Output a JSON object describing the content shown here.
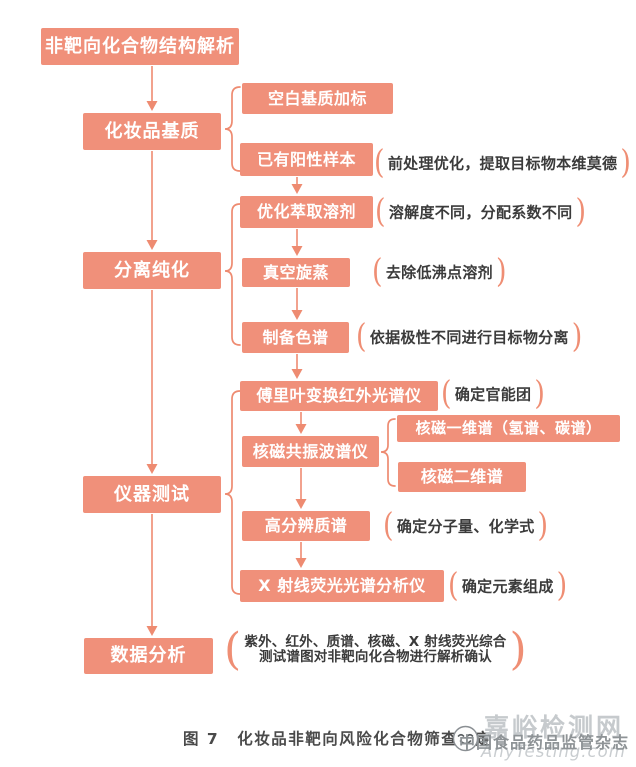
{
  "figure": {
    "caption_label": "图 7",
    "caption_title": "化妆品非靶向风险化合物筛查鉴定",
    "colors": {
      "accent_salmon": "#f0907a",
      "node_text": "#ffffff",
      "annotation_text": "#3b3b3b",
      "caption_text": "#4a4a4a",
      "watermark_light_gray": "#c6cacd",
      "watermark_gray": "#8e9396"
    },
    "watermark": {
      "site": "嘉峪检测网",
      "url": "AnyTesting.com",
      "journal": "中国食品药品监管杂志"
    }
  },
  "nodes": {
    "root": "非靶向化合物结构解析",
    "matrix": "化妆品基质",
    "separation": "分离纯化",
    "instrument": "仪器测试",
    "analysis": "数据分析",
    "blank_spike": "空白基质加标",
    "positive_sample": "已有阳性样本",
    "solvent": "优化萃取溶剂",
    "rotovap": "真空旋蒸",
    "prep_chrom": "制备色谱",
    "ftir": "傅里叶变换红外光谱仪",
    "nmr": "核磁共振波谱仪",
    "nmr_1d": "核磁一维谱（氢谱、碳谱）",
    "nmr_2d": "核磁二维谱",
    "hrms": "高分辨质谱",
    "xrf": "X 射线荧光光谱分析仪"
  },
  "annotations": {
    "positive_sample": "前处理优化，提取目标物本维莫德",
    "solvent": "溶解度不同，分配系数不同",
    "rotovap": "去除低沸点溶剂",
    "prep_chrom": "依据极性不同进行目标物分离",
    "ftir": "确定官能团",
    "hrms": "确定分子量、化学式",
    "xrf": "确定元素组成",
    "analysis_line1": "紫外、红外、质谱、核磁、X 射线荧光综合",
    "analysis_line2": "测试谱图对非靶向化合物进行解析确认"
  }
}
